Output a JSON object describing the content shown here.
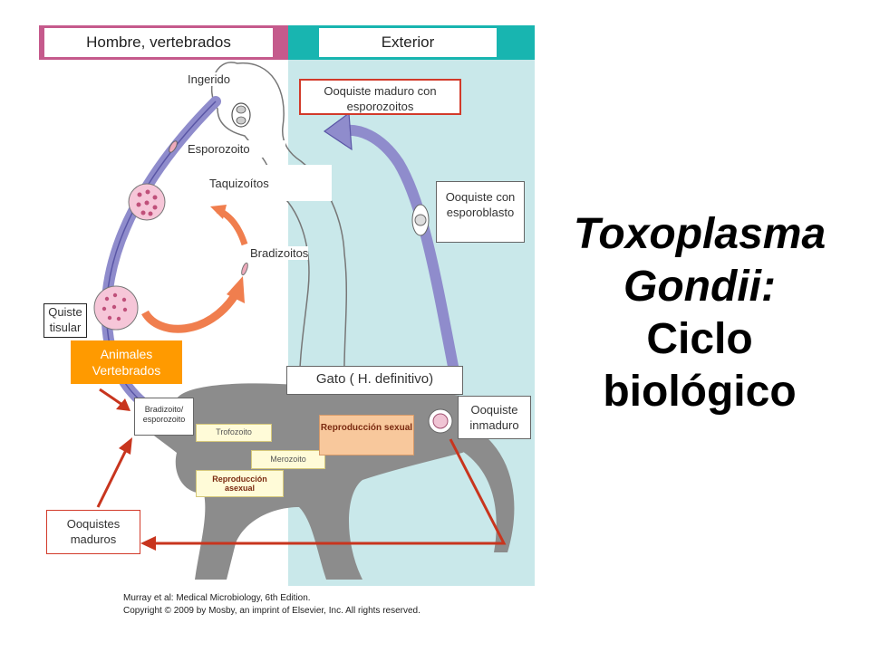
{
  "header": {
    "left": "Hombre, vertebrados",
    "right": "Exterior"
  },
  "labels": {
    "ingerido": "Ingerido",
    "esporozoito": "Esporozoito",
    "taquizoitos": "Taquizoítos",
    "bradizoitos": "Bradizoitos",
    "quiste_tisular": "Quiste tisular",
    "animales_vertebrados": "Animales Vertebrados",
    "ooquiste_maduro": "Ooquiste maduro con esporozoitos",
    "ooquiste_esporoblasto": "Ooquiste con esporoblasto",
    "gato": "Gato ( H. definitivo)",
    "ooquiste_inmaduro": "Ooquiste inmaduro",
    "bradizoito_esporozoito": "Bradizoito/ esporozoito",
    "trofozoito": "Trofozoito",
    "merozoito": "Merozoito",
    "reproduccion_sexual": "Reproducción sexual",
    "reproduccion_asexual": "Reproducción asexual",
    "ooquistes_maduros": "Ooquistes maduros"
  },
  "title": {
    "line1": "Toxoplasma",
    "line2": "Gondii:",
    "line3": "Ciclo",
    "line4": "biológico"
  },
  "footer": {
    "line1": "Murray et al: Medical Microbiology, 6th Edition.",
    "line2": "Copyright © 2009 by Mosby, an imprint of Elsevier, Inc. All rights reserved."
  },
  "colors": {
    "header_left": "#c55a8c",
    "header_right": "#18b5b0",
    "exterior_bg": "#c9e8ea",
    "arrow_purple": "#8f8ccc",
    "arrow_orange": "#f07e4e",
    "arrow_red": "#c8351e",
    "orange_box": "#ff9a00",
    "cat_gray": "#8c8c8c"
  }
}
